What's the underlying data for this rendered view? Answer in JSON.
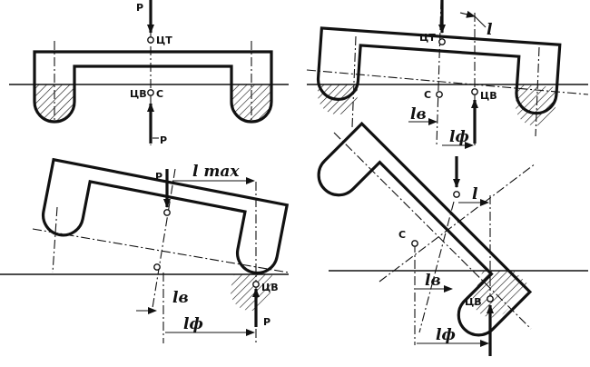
{
  "labels": {
    "force": "P",
    "center_gravity": "ЦТ",
    "center_buoyancy": "ЦВ",
    "center_c": "С",
    "lever_l": "l",
    "lever_lv": "lв",
    "lever_lf": "lф",
    "lever_lmax": "l max"
  }
}
